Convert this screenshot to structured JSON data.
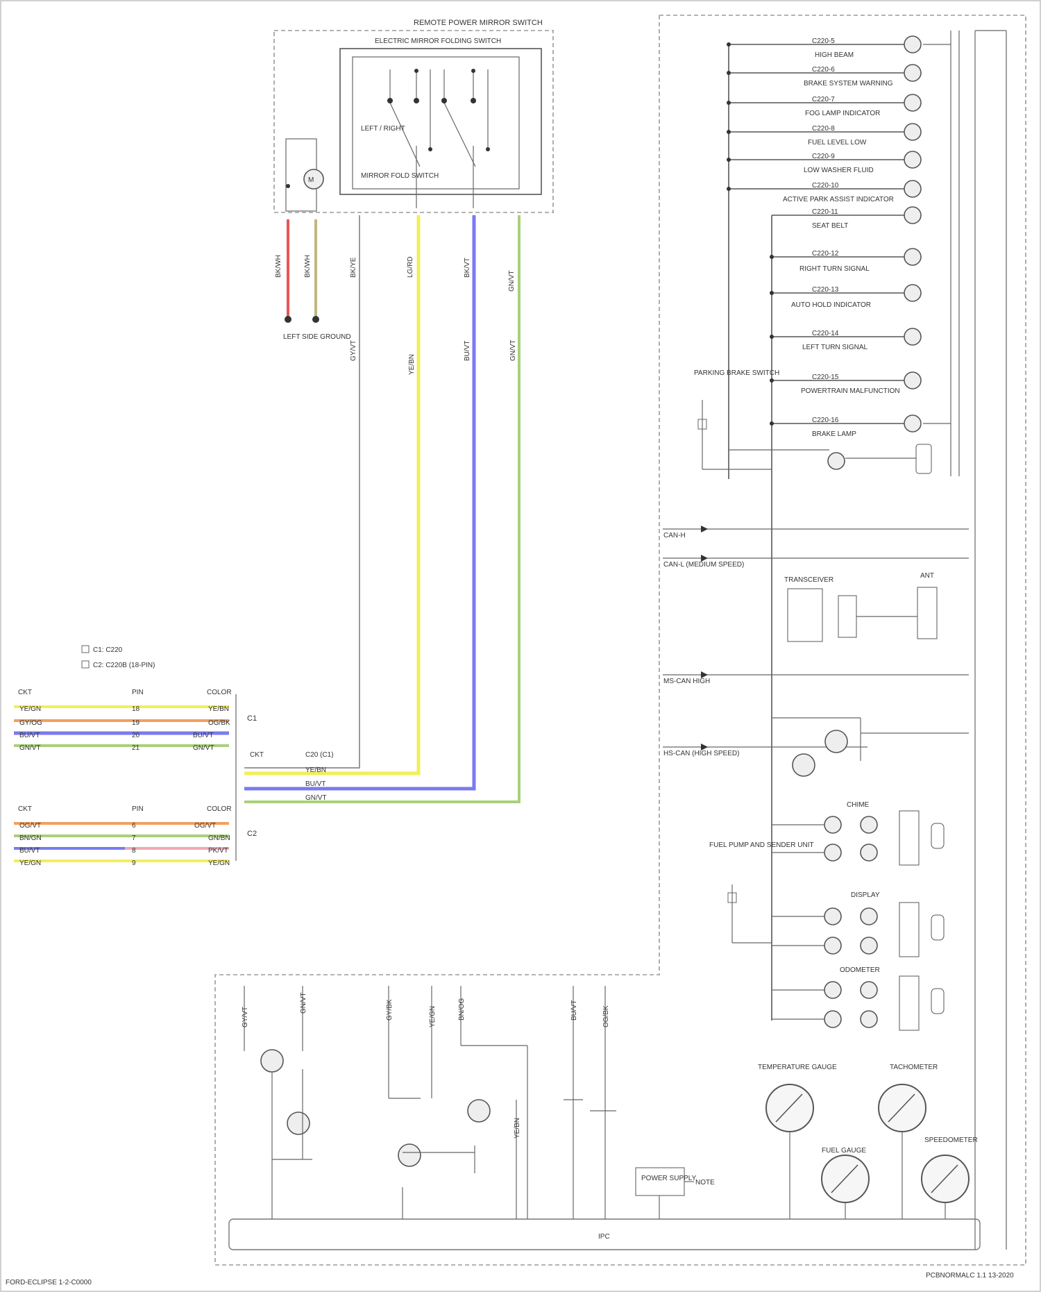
{
  "title": {
    "main": "REMOTE POWER MIRROR SWITCH",
    "sub": "ELECTRIC MIRROR FOLDING SWITCH"
  },
  "switch": {
    "label_left": "LEFT / RIGHT",
    "label_fold": "MIRROR FOLD SWITCH"
  },
  "connector_ref": "LEFT SIDE GROUND",
  "terminal_labels": [
    "BK/WH",
    "BK/WH",
    "BK/YE",
    "LG/RD",
    "BK/VT",
    "GN/VT"
  ],
  "wire_labels_lower": [
    "GY/VT",
    "YE/BN",
    "BU/VT",
    "GN/VT"
  ],
  "lamp_list": [
    {
      "code": "C220-5",
      "label": "HIGH BEAM"
    },
    {
      "code": "C220-6",
      "label": "BRAKE SYSTEM WARNING"
    },
    {
      "code": "C220-7",
      "label": "FOG LAMP INDICATOR"
    },
    {
      "code": "C220-8",
      "label": "FUEL LEVEL LOW"
    },
    {
      "code": "C220-9",
      "label": "LOW WASHER FLUID"
    },
    {
      "code": "C220-10",
      "label": "ACTIVE PARK ASSIST INDICATOR"
    },
    {
      "code": "C220-11",
      "label": "SEAT BELT"
    },
    {
      "code": "C220-12",
      "label": "RIGHT TURN SIGNAL"
    },
    {
      "code": "C220-13",
      "label": "AUTO HOLD INDICATOR"
    },
    {
      "code": "C220-14",
      "label": "LEFT TURN SIGNAL"
    },
    {
      "code": "C220-15",
      "label": "POWERTRAIN MALFUNCTION"
    },
    {
      "code": "C220-16",
      "label": "BRAKE LAMP"
    }
  ],
  "parking_brake_switch": "PARKING BRAKE SWITCH",
  "network": {
    "can": "CAN-H",
    "can_low": "CAN-L (MEDIUM SPEED)",
    "ms_can": "MS-CAN HIGH",
    "hs_can": "HS-CAN (HIGH SPEED)",
    "antenna": "ANT",
    "transceiver": "TRANSCEIVER"
  },
  "groups": {
    "g1": "CHIME",
    "g2": "DISPLAY",
    "g3": "ODOMETER"
  },
  "fuel_sender": "FUEL PUMP AND SENDER UNIT",
  "legend": {
    "l1": "C1: C220",
    "l2": "C2: C220B (18-PIN)"
  },
  "table1": {
    "headers": [
      "CKT",
      "PIN",
      "COLOR"
    ],
    "rows": [
      [
        "YE/GN",
        "18",
        "YE/BN"
      ],
      [
        "GY/OG",
        "19",
        "OG/BK"
      ],
      [
        "BU/VT",
        "20",
        "BU/VT"
      ],
      [
        "GN/VT",
        "21",
        "GN/VT"
      ]
    ]
  },
  "table2": {
    "headers": [
      "CKT",
      "PIN",
      "COLOR"
    ],
    "rows": [
      [
        "OG/VT",
        "6",
        "OG/VT"
      ],
      [
        "BN/GN",
        "7",
        "GN/BN"
      ],
      [
        "BU/VT",
        "8",
        "PK/VT"
      ],
      [
        "YE/GN",
        "9",
        "YE/GN"
      ]
    ]
  },
  "junction_table": {
    "headers": [
      "CKT",
      "C20 (C1)"
    ],
    "rows": [
      "YE/BN",
      "BU/VT",
      "GN/VT"
    ]
  },
  "side_labels": [
    "C1",
    "C2"
  ],
  "lower_wire_labels": [
    "GY/VT",
    "GN/VT",
    "GY/BK",
    "YE/GN",
    "BN/OG",
    "YE/BN",
    "BU/VT",
    "OG/BK"
  ],
  "gauges": {
    "temp": "TEMPERATURE GAUGE",
    "tach": "TACHOMETER",
    "fuel": "FUEL GAUGE",
    "speed": "SPEEDOMETER"
  },
  "power_supply": "POWER SUPPLY",
  "note_text": "NOTE",
  "ipc_bus": "IPC",
  "page_id": "FORD-ECLIPSE 1-2-C0000",
  "footer_right": "PCBNORMALC 1.1 13-2020",
  "colors": {
    "red": "#e85555",
    "yellow": "#f2ee5a",
    "blue": "#7a7af0",
    "green": "#a9d07a",
    "tan": "#c2b680",
    "orange": "#f2a060",
    "pink": "#f2a8b4"
  }
}
